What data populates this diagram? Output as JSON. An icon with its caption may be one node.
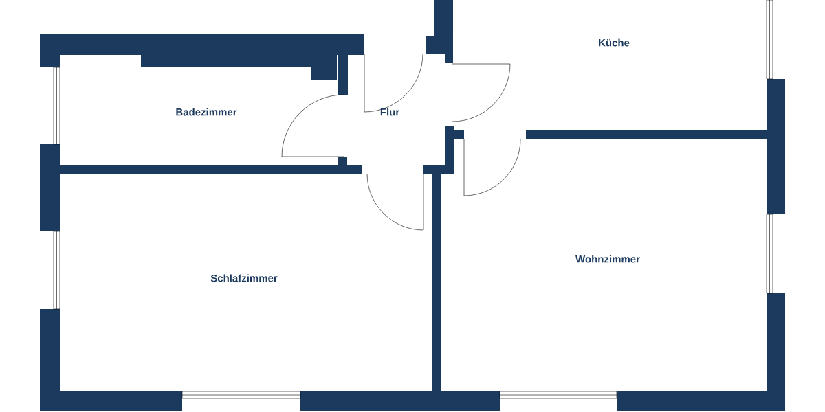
{
  "diagram": {
    "labels": [
      "Küche",
      "Badezimmer",
      "Flur",
      "Schlafzimmer",
      "Wohnzimmer"
    ]
  }
}
